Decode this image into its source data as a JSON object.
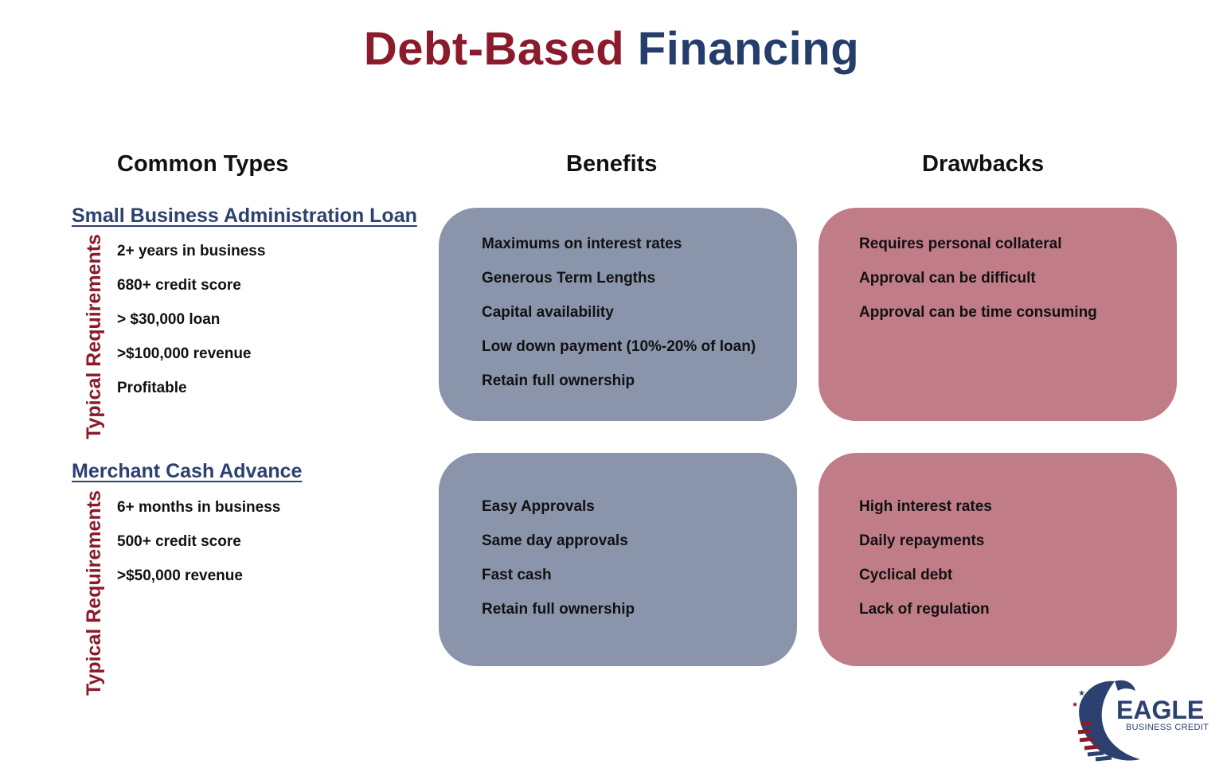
{
  "title": {
    "part1": "Debt-Based",
    "part2": "Financing"
  },
  "columns": {
    "types": "Common Types",
    "benefits": "Benefits",
    "drawbacks": "Drawbacks"
  },
  "financing_types": [
    {
      "name": "Small Business Administration Loan",
      "requirements_label": "Typical Requirements",
      "requirements": [
        "2+ years in business",
        "680+ credit score",
        "> $30,000 loan",
        ">$100,000 revenue",
        "Profitable"
      ],
      "benefits": [
        "Maximums on interest rates",
        "Generous Term Lengths",
        "Capital availability",
        "Low down payment (10%-20% of loan)",
        "Retain full ownership"
      ],
      "drawbacks": [
        "Requires personal collateral",
        "Approval can be difficult",
        "Approval can be time consuming"
      ]
    },
    {
      "name": "Merchant Cash Advance",
      "requirements_label": "Typical Requirements",
      "requirements": [
        "6+ months in business",
        "500+ credit score",
        ">$50,000 revenue"
      ],
      "benefits": [
        "Easy Approvals",
        "Same day approvals",
        "Fast cash",
        "Retain full ownership"
      ],
      "drawbacks": [
        "High interest rates",
        "Daily repayments",
        "Cyclical debt",
        "Lack of regulation"
      ]
    }
  ],
  "logo": {
    "name": "EAGLE",
    "tagline": "BUSINESS CREDIT",
    "icon": "eagle-icon"
  },
  "colors": {
    "red": "#8b1a2b",
    "blue": "#243d6b",
    "benefit_box": "#8a95ab",
    "drawback_box": "#c07c87"
  }
}
